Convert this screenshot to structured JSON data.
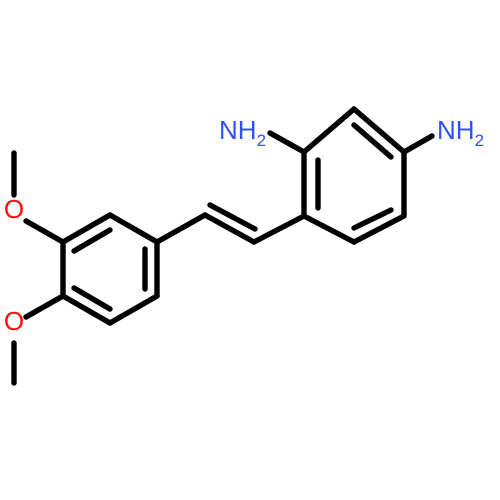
{
  "atoms": [
    {
      "id": "nh2_a",
      "symbol": "N",
      "suffix": "H",
      "subscript": "2",
      "color": "#3050F8"
    },
    {
      "id": "nh2_b",
      "symbol": "N",
      "suffix": "H",
      "subscript": "2",
      "color": "#3050F8"
    },
    {
      "id": "o_top",
      "symbol": "O",
      "color": "#FF0D0D"
    },
    {
      "id": "o_bottom",
      "symbol": "O",
      "color": "#FF0D0D"
    }
  ],
  "colors": {
    "bond": "#000000",
    "background": "#ffffff"
  }
}
